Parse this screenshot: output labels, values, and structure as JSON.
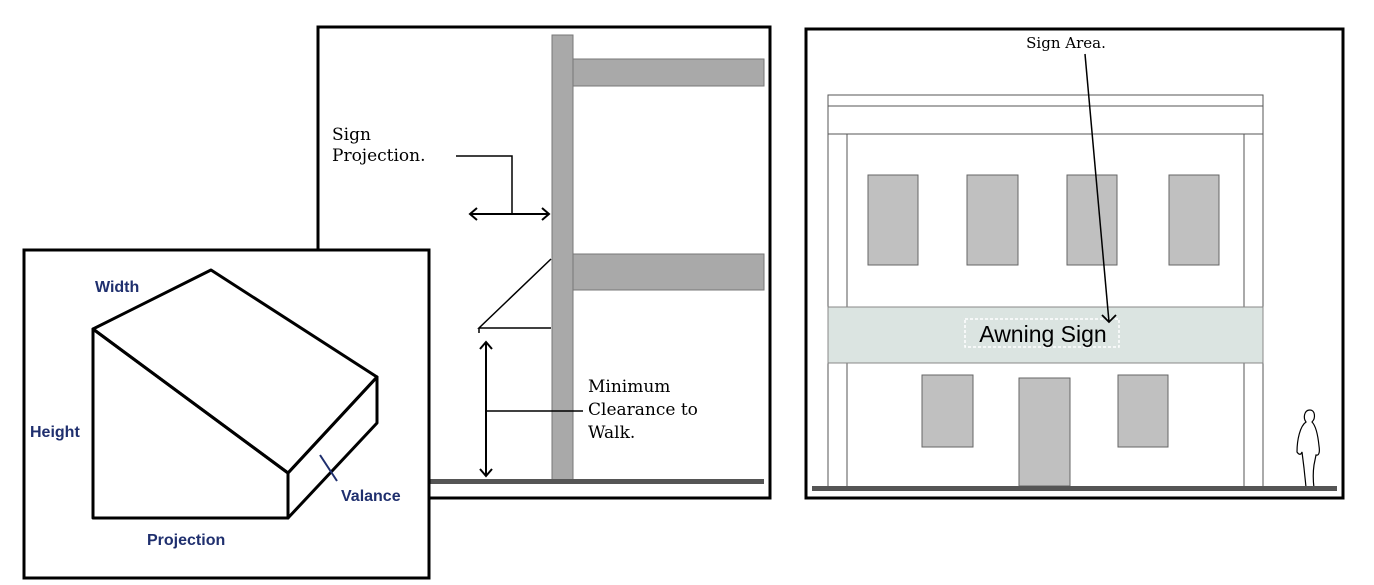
{
  "section_panel": {
    "sign_projection_label": [
      "Sign",
      "Projection."
    ],
    "clearance_label": [
      "Minimum",
      "Clearance to",
      "Walk."
    ]
  },
  "elevation_panel": {
    "sign_area_label": "Sign Area.",
    "awning_sign_text": "Awning Sign"
  },
  "awning_panel": {
    "width_label": "Width",
    "height_label": "Height",
    "projection_label": "Projection",
    "valance_label": "Valance"
  },
  "colors": {
    "wall_gray": "#a9a9a9",
    "window_gray": "#c0c0c0",
    "awning_band": "#dbe4e1",
    "label_blue": "#1f2f6e",
    "ground": "#555555"
  }
}
